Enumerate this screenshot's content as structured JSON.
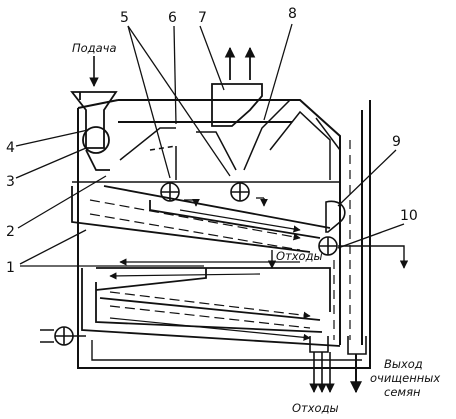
{
  "labels": {
    "feed": "Подача",
    "waste_mid": "Отходы",
    "waste_bottom": "Отходы",
    "outlet_line1": "Выход",
    "outlet_line2": "очищенных",
    "outlet_line3": "семян"
  },
  "callouts": [
    "1",
    "2",
    "3",
    "4",
    "5",
    "6",
    "7",
    "8",
    "9",
    "10"
  ],
  "colors": {
    "ink": "#111111",
    "paper": "#ffffff"
  }
}
